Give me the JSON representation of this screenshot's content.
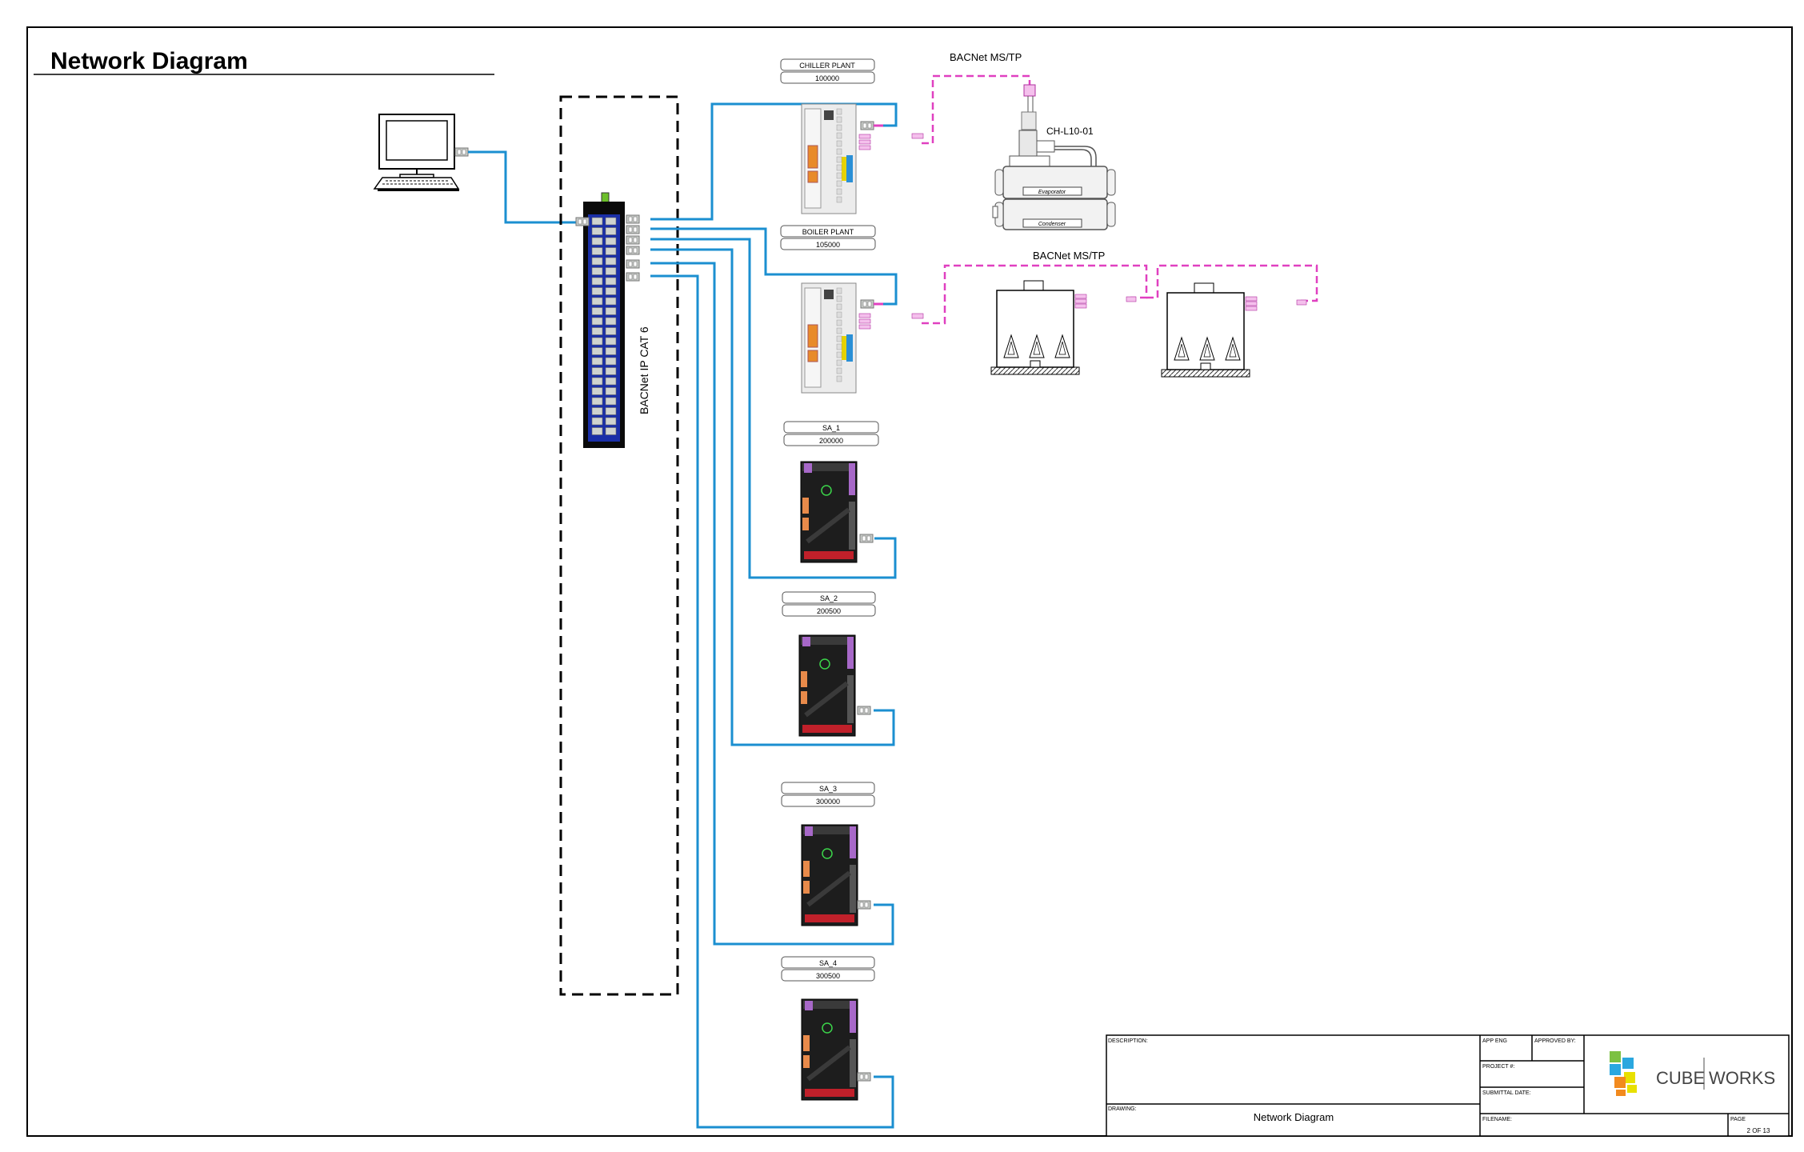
{
  "title": "Network Diagram",
  "switch": {
    "label": "BACNet IP CAT 6"
  },
  "controllers": [
    {
      "name": "CHILLER PLANT",
      "address": "100000",
      "kind": "plant"
    },
    {
      "name": "BOILER PLANT",
      "address": "105000",
      "kind": "plant"
    },
    {
      "name": "SA_1",
      "address": "200000",
      "kind": "sa"
    },
    {
      "name": "SA_2",
      "address": "200500",
      "kind": "sa"
    },
    {
      "name": "SA_3",
      "address": "300000",
      "kind": "sa"
    },
    {
      "name": "SA_4",
      "address": "300500",
      "kind": "sa"
    }
  ],
  "mstp_labels": [
    "BACNet MS/TP",
    "BACNet MS/TP"
  ],
  "chiller": {
    "tag": "CH-L10-01",
    "evaporator": "Evaporator",
    "condenser": "Condenser"
  },
  "title_block": {
    "description_label": "DESCRIPTION:",
    "drawing_label": "DRAWING:",
    "drawing_value": "Network Diagram",
    "app_eng_label": "APP ENG",
    "approved_by_label": "APPROVED BY:",
    "project_label": "PROJECT #:",
    "submittal_label": "SUBMITTAL DATE:",
    "filename_label": "FILENAME:",
    "page_label": "PAGE",
    "page_value": "2 OF 13",
    "logo_text_left": "CUBE",
    "logo_text_right": "WORKS"
  },
  "colors": {
    "ethernet": "#1b8fd0",
    "mstp": "#e040c0",
    "switch_body": "#1a2fa8"
  }
}
